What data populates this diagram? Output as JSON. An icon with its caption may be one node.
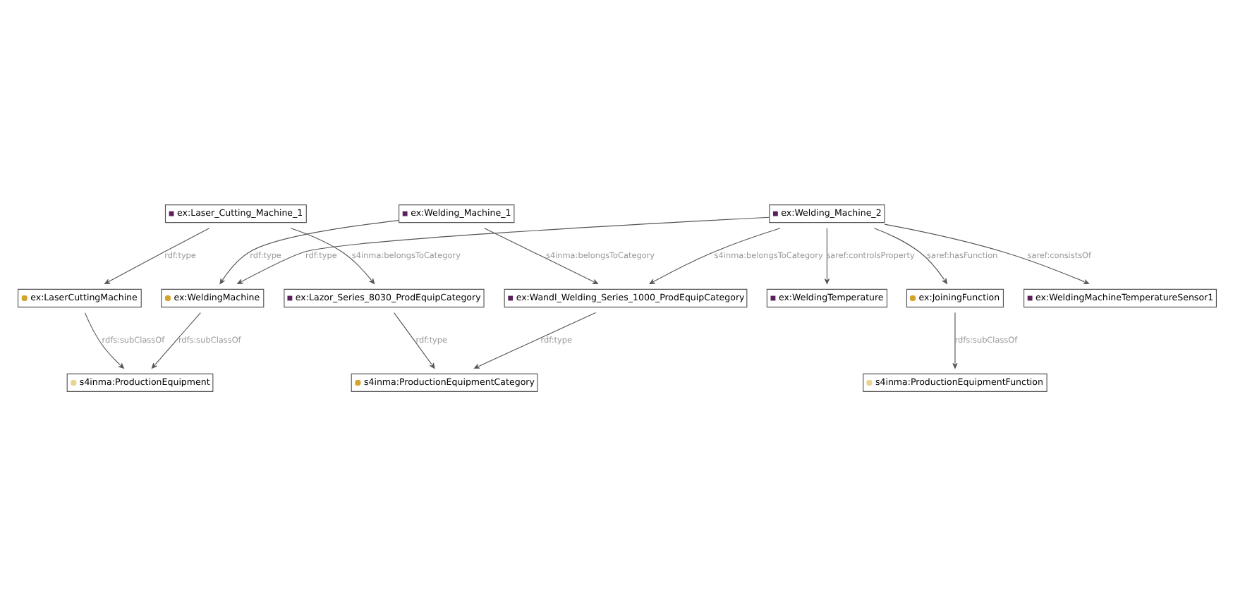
{
  "diagram": {
    "nodes": [
      {
        "text": [
          "s4inma:ProductionEquipment"
        ]
      },
      {
        "text": [
          "ex:LaserCuttingMachine"
        ]
      },
      {
        "text": [
          "ex:WeldingMachine"
        ]
      },
      {
        "text": [
          "ex:WeldingTemperature"
        ]
      },
      {
        "text": [
          "ex:Welding_Machine_2"
        ]
      },
      {
        "text": [
          "ex:Laser_Cutting_Machine_1"
        ]
      },
      {
        "text": [
          "ex:Welding_Machine_1"
        ]
      },
      {
        "text": [
          "ex:JoiningFunction"
        ]
      },
      {
        "text": [
          "s4inma:ProductionEquipmentFunction"
        ]
      },
      {
        "text": [
          "ex:Lazor_Series_8030_ProdEquipCategory"
        ]
      },
      {
        "text": [
          "ex:Wandl_Welding_Series_1000_ProdEquipCategory"
        ]
      },
      {
        "text": [
          "s4inma:ProductionEquipmentCategory"
        ]
      },
      {
        "text": [
          "ex:WeldingMachineTemperatureSensor1"
        ]
      }
    ],
    "edges": [
      {
        "from": 1,
        "to": 0,
        "arrow": "to",
        "label": "rdfs:subClassOf"
      },
      {
        "from": 2,
        "to": 0,
        "arrow": "to",
        "label": "rdfs:subClassOf"
      },
      {
        "from": 4,
        "to": 2,
        "arrow": "to",
        "label": "rdf:type"
      },
      {
        "from": 4,
        "to": 3,
        "arrow": "to",
        "label": "saref:controlsProperty"
      },
      {
        "from": 5,
        "to": 1,
        "arrow": "to",
        "label": "rdf:type"
      },
      {
        "from": 6,
        "to": 2,
        "arrow": "to",
        "label": "rdf:type"
      },
      {
        "from": 4,
        "to": 7,
        "arrow": "to",
        "label": "saref:hasFunction"
      },
      {
        "from": 7,
        "to": 8,
        "arrow": "to",
        "label": "rdfs:subClassOf"
      },
      {
        "from": 4,
        "to": 10,
        "arrow": "to",
        "label": "s4inma:belongsToCategory"
      },
      {
        "from": 5,
        "to": 9,
        "arrow": "to",
        "label": "s4inma:belongsToCategory"
      },
      {
        "from": 6,
        "to": 10,
        "arrow": "to",
        "label": "s4inma:belongsToCategory"
      },
      {
        "from": 4,
        "to": 12,
        "arrow": "to",
        "label": "saref:consistsOf"
      },
      {
        "from": 9,
        "to": 11,
        "arrow": "to",
        "label": "rdf:type"
      },
      {
        "from": 10,
        "to": 11,
        "arrow": "to",
        "label": "rdf:type"
      }
    ]
  }
}
